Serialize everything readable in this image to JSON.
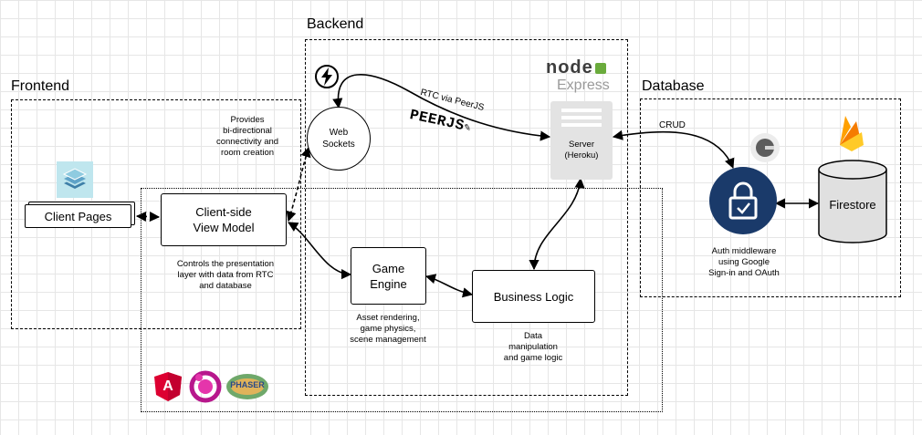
{
  "regions": {
    "frontend": "Frontend",
    "backend": "Backend",
    "database": "Database"
  },
  "nodes": {
    "client_pages": "Client Pages",
    "view_model": "Client-side\nView Model",
    "game_engine": "Game\nEngine",
    "business_logic": "Business Logic",
    "web_sockets": "Web\nSockets",
    "server": "Server\n(Heroku)",
    "firestore": "Firestore"
  },
  "annotations": {
    "provides": "Provides\nbi-directional\nconnectivity and\nroom creation",
    "presentation": "Controls the presentation\nlayer with data from RTC\nand database",
    "asset": "Asset rendering,\ngame physics,\nscene management",
    "data_manip": "Data\nmanipulation\nand game logic",
    "auth": "Auth middleware\nusing Google\nSign-in and OAuth"
  },
  "edge_labels": {
    "rtc": "RTC via PeerJS",
    "crud": "CRUD"
  },
  "logos": {
    "node": "node",
    "express": "Express",
    "peerjs": "PEERJS",
    "angular": "A",
    "phaser": "PHASER"
  },
  "icons": {
    "socketio": "socketio-icon",
    "layers": "layers-icon",
    "firebase": "firebase-icon",
    "google_auth": "google-auth-icon",
    "lock": "lock-icon",
    "angular": "angular-icon",
    "rxjs": "rxjs-icon"
  }
}
